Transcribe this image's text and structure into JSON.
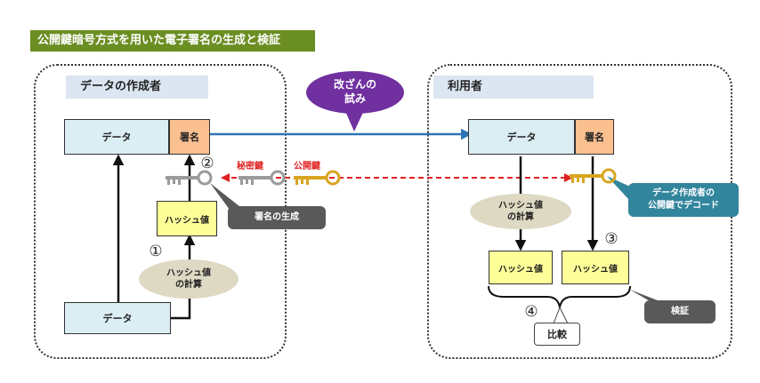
{
  "title": "公開鍵暗号方式を用いた電子署名の生成と検証",
  "creator_panel": {
    "heading": "データの作成者",
    "data_label": "データ",
    "signature_label": "署名",
    "hash_label": "ハッシュ値",
    "hash_calc": "ハッシュ値\nの計算",
    "source_data_label": "データ",
    "step1": "①",
    "step2": "②",
    "sign_gen_callout": "署名の生成"
  },
  "keys": {
    "private_key_label": "秘密鍵",
    "public_key_label": "公開鍵"
  },
  "tamper_bubble": "改ざんの\n試み",
  "user_panel": {
    "heading": "利用者",
    "data_label": "データ",
    "signature_label": "署名",
    "hash_calc": "ハッシュ値\nの計算",
    "hash_left": "ハッシュ値",
    "hash_right": "ハッシュ値",
    "step3": "③",
    "step4": "④",
    "decode_callout": "データ作成者の\n公開鍵でデコード",
    "compare_label": "比較",
    "verify_callout": "検証"
  },
  "colors": {
    "title_bg": "#6b8e23",
    "arrow_blue": "#2e75b6",
    "dashed_red": "#e02020",
    "callout_dark": "#595959",
    "callout_teal": "#31859c",
    "bubble_purple": "#7030a0",
    "key_gray": "#9a9a9a",
    "key_gold": "#d9a521"
  }
}
